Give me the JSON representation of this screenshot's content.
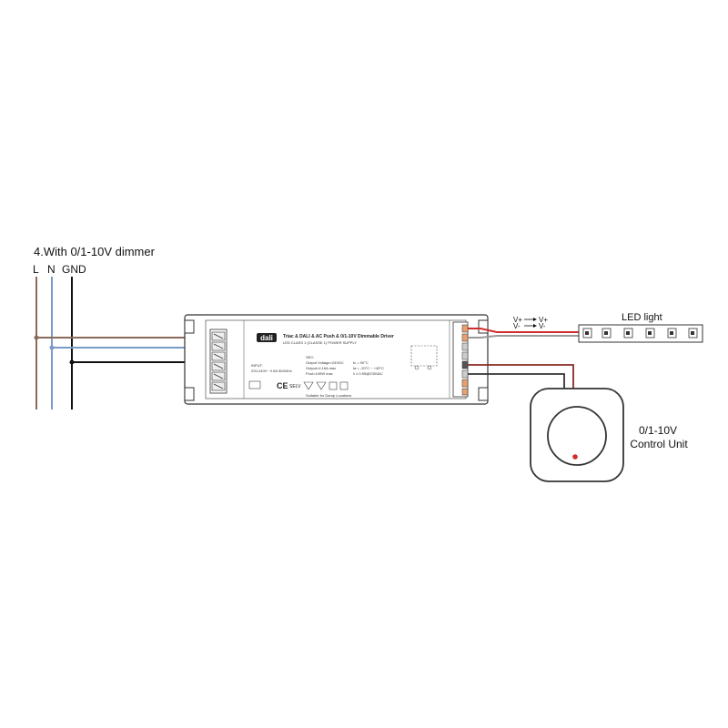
{
  "diagram": {
    "title": "4.With 0/1-10V dimmer",
    "mains_labels": [
      "L",
      "N",
      "GND"
    ],
    "driver": {
      "brand": "dali",
      "title": "Triac & DALI & AC Push & 0/1-10V Dimmable Driver",
      "subtitle": "LED CLASS 1 (CLASSE 1) POWER SUPPLY",
      "input_label": "INPUT:",
      "input_spec": "220-240V~ 0.5A 50/60Hz",
      "sec_label": "SEC:",
      "output_voltage": "Output Voltage=24VDC",
      "output_current": "Output=4.16A max",
      "output_power": "Pout=100W max",
      "temp_c": "tc = 90°C",
      "temp_a": "ta = -20°C ~ +45°C",
      "pf": "λ ≥ 0.95@230VAC",
      "damp_note": "Suitable for Damp Locations",
      "cert_selv": "SELV",
      "cert_ce": "CE"
    },
    "output_labels": [
      "V+",
      "V-"
    ],
    "strip_label": "LED light",
    "control_unit_label": [
      "0/1-10V",
      "Control Unit"
    ],
    "colors": {
      "live": "#8a6a5a",
      "neutral": "#7a9ac8",
      "ground": "#111111",
      "positive": "#d12b2b",
      "negative": "#999999",
      "dim_wire": "#8b2a22"
    }
  }
}
